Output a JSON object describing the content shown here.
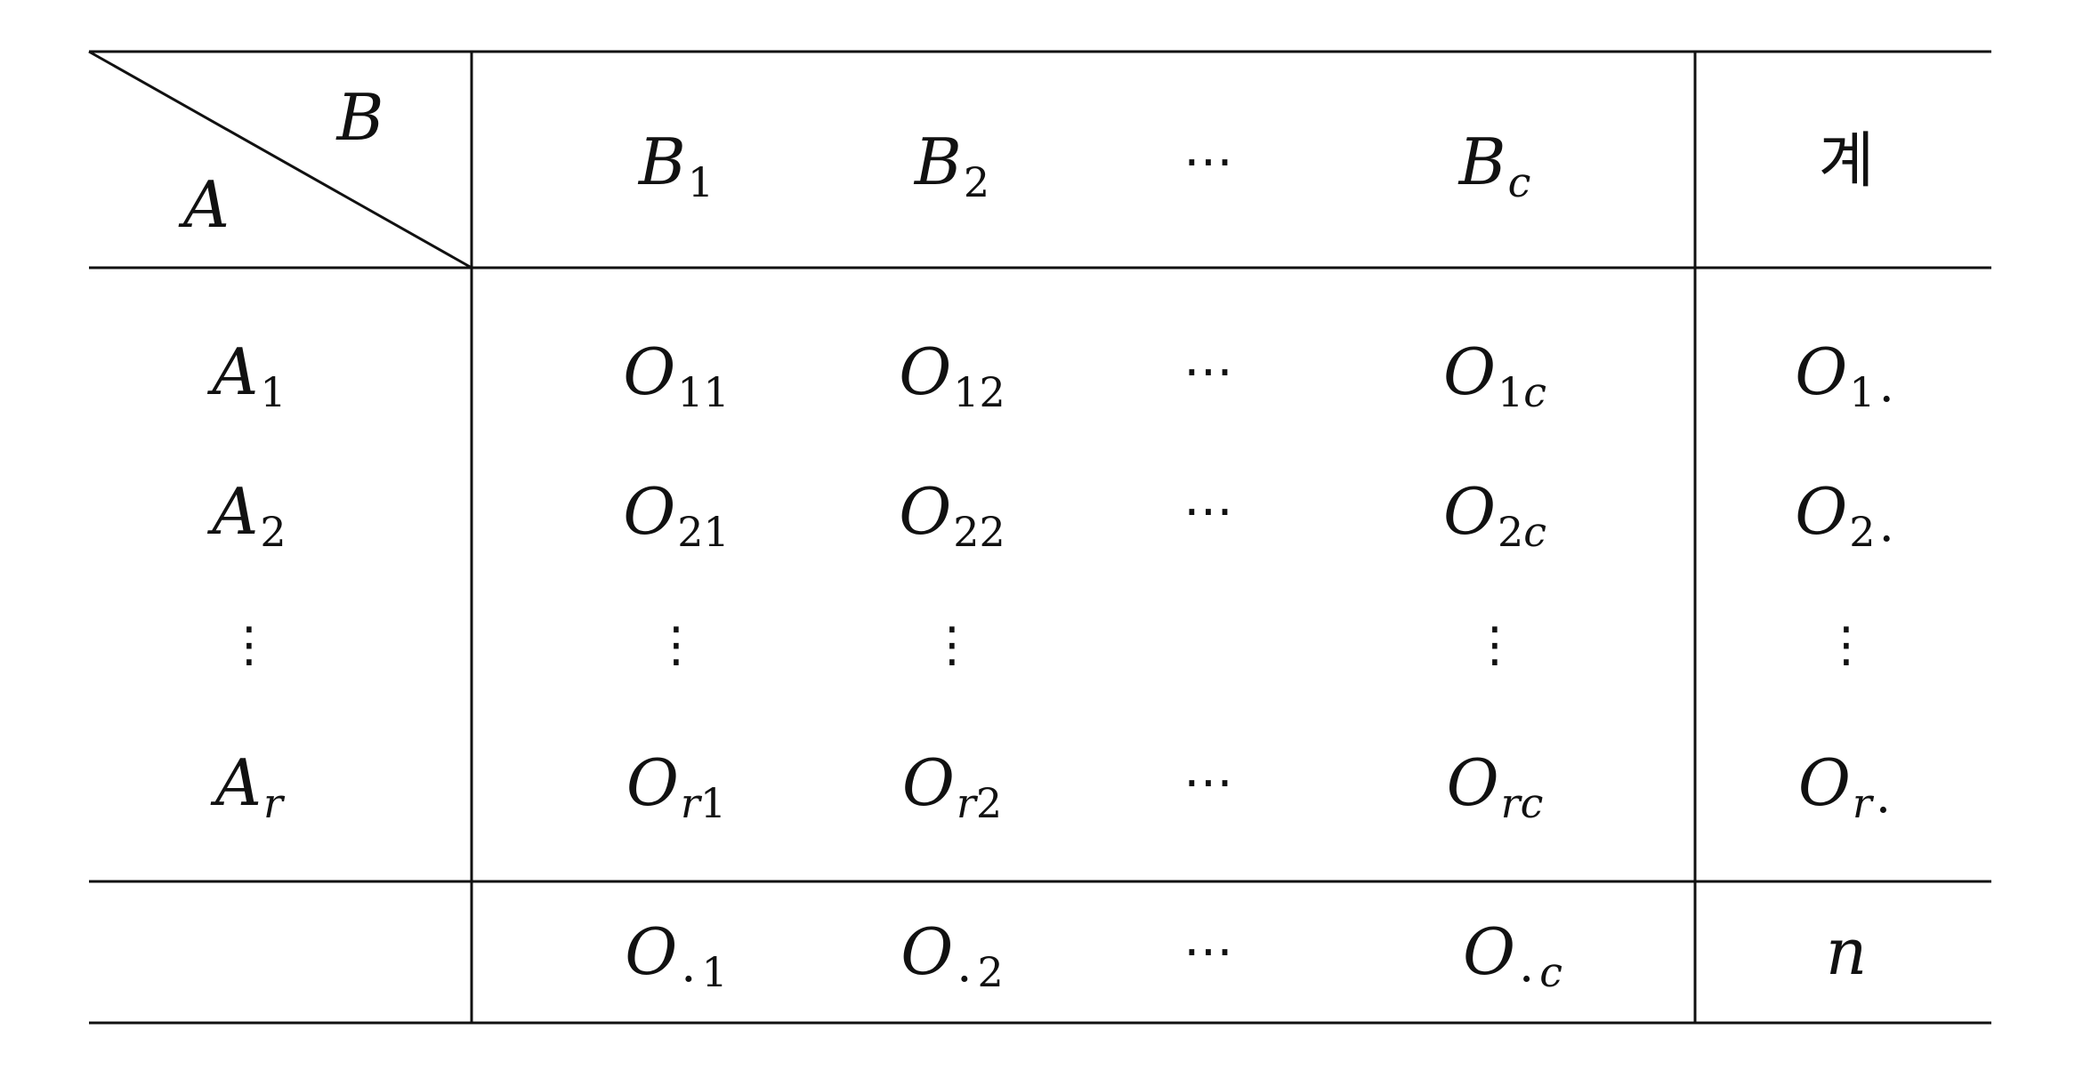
{
  "corner": {
    "col_label": "B",
    "row_label": "A"
  },
  "header": [
    {
      "base": "B",
      "sub": "1"
    },
    {
      "base": "B",
      "sub": "2"
    },
    {
      "ellipsis": "⋯"
    },
    {
      "base": "B",
      "sub": "c"
    }
  ],
  "total_label": "계",
  "rows": [
    {
      "label": {
        "base": "A",
        "sub": "1"
      },
      "cells": [
        {
          "base": "O",
          "sub": "11"
        },
        {
          "base": "O",
          "sub": "12"
        },
        {
          "ellipsis": "⋯"
        },
        {
          "base": "O",
          "sub": "1c"
        }
      ],
      "total": {
        "base": "O",
        "sub": "1",
        "dot": "."
      }
    },
    {
      "label": {
        "base": "A",
        "sub": "2"
      },
      "cells": [
        {
          "base": "O",
          "sub": "21"
        },
        {
          "base": "O",
          "sub": "22"
        },
        {
          "ellipsis": "⋯"
        },
        {
          "base": "O",
          "sub": "2c"
        }
      ],
      "total": {
        "base": "O",
        "sub": "2",
        "dot": "."
      }
    },
    {
      "label": {
        "vdots": "⋮"
      },
      "cells": [
        {
          "vdots": "⋮"
        },
        {
          "vdots": "⋮"
        },
        {
          "blank": ""
        },
        {
          "vdots": "⋮"
        }
      ],
      "total": {
        "vdots": "⋮"
      }
    },
    {
      "label": {
        "base": "A",
        "sub": "r"
      },
      "cells": [
        {
          "base": "O",
          "sub": "r1"
        },
        {
          "base": "O",
          "sub": "r2"
        },
        {
          "ellipsis": "⋯"
        },
        {
          "base": "O",
          "sub": "rc"
        }
      ],
      "total": {
        "base": "O",
        "sub": "r",
        "dot": "."
      }
    }
  ],
  "footer": {
    "cells": [
      {
        "base": "O",
        "dot": ".",
        "sub": "1"
      },
      {
        "base": "O",
        "dot": ".",
        "sub": "2"
      },
      {
        "ellipsis": "⋯"
      },
      {
        "base": "O",
        "dot": ".",
        "sub": "c"
      }
    ],
    "grand_total": "n"
  }
}
